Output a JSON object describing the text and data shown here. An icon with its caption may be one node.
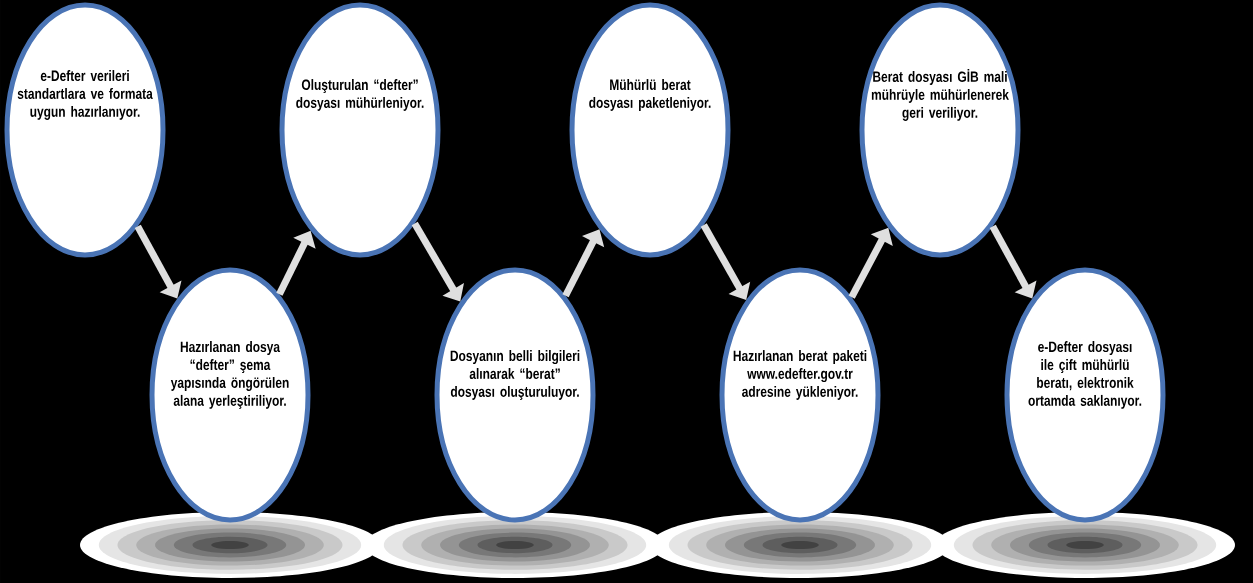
{
  "diagram": {
    "nodes": [
      {
        "text": [
          "e-Defter verileri standartlara ve formata uygun hazırlanıyor."
        ]
      },
      {
        "text": [
          "Hazırlanan dosya “defter” şema yapısında öngörülen alana yerleştiriliyor."
        ]
      },
      {
        "text": [
          "Oluşturulan “defter” dosyası mühürleniyor."
        ]
      },
      {
        "text": [
          "Dosyanın belli bilgileri alınarak “berat” dosyası oluşturuluyor."
        ]
      },
      {
        "text": [
          "Mühürlü berat dosyası paketleniyor."
        ]
      },
      {
        "text": [
          "Hazırlanan berat paketi www.edefter.gov.tr adresine yükleniyor."
        ]
      },
      {
        "text": [
          "Berat dosyası GİB mali mührüyle mühürlenerek geri veriliyor."
        ]
      },
      {
        "text": [
          "e-Defter dosyası ile çift mühürlü beratı, elektronik ortamda saklanıyor."
        ]
      }
    ],
    "edges": [
      {
        "from": 0,
        "to": 1,
        "arrow": "to"
      },
      {
        "from": 1,
        "to": 2,
        "arrow": "to"
      },
      {
        "from": 2,
        "to": 3,
        "arrow": "to"
      },
      {
        "from": 3,
        "to": 4,
        "arrow": "to"
      },
      {
        "from": 4,
        "to": 5,
        "arrow": "to"
      },
      {
        "from": 5,
        "to": 6,
        "arrow": "to"
      },
      {
        "from": 6,
        "to": 7,
        "arrow": "to"
      }
    ]
  }
}
